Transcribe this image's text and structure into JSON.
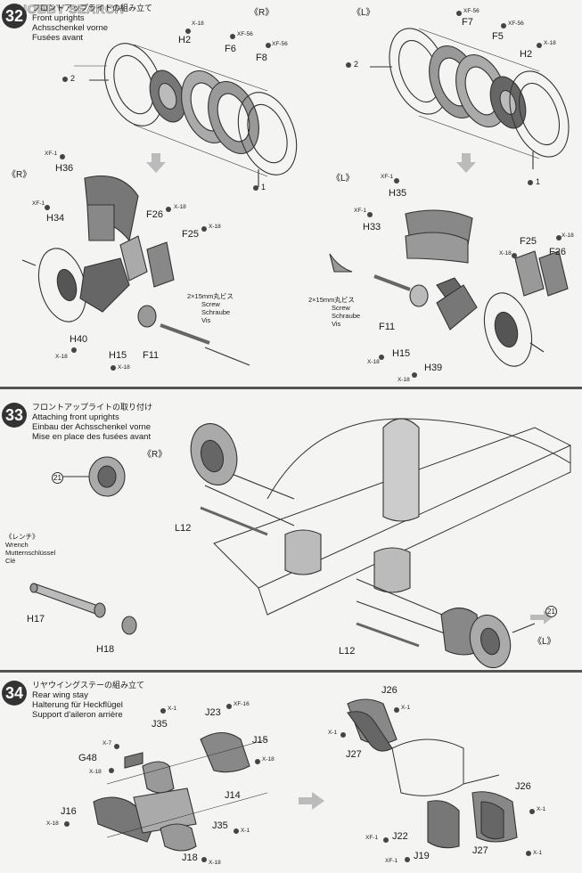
{
  "watermark": "HOBBY SEARCH",
  "steps": [
    {
      "number": "32",
      "title_jp": "フロントアップライトの組み立て",
      "title_en": "Front uprights",
      "title_de": "Achsschenkel vorne",
      "title_fr": "Fusées avant",
      "side_r": "《R》",
      "side_l": "《L》",
      "side_r2": "《R》",
      "side_l2": "《L》",
      "parts": {
        "h2_r": "H2",
        "f6": "F6",
        "f8": "F8",
        "h2_l": "H2",
        "f7": "F7",
        "f5": "F5",
        "h36": "H36",
        "h34": "H34",
        "f26_r": "F26",
        "f25_r": "F25",
        "h40": "H40",
        "h15_r": "H15",
        "f11_r": "F11",
        "h35": "H35",
        "h33": "H33",
        "f25_l": "F25",
        "f26_l": "F26",
        "f11_l": "F11",
        "h15_l": "H15",
        "h39": "H39"
      },
      "codes": {
        "x18": "X-18",
        "xf56": "XF-56",
        "xf1": "XF-1"
      },
      "callouts": {
        "one": "1",
        "two": "2"
      },
      "screw": {
        "jp": "2×15mm丸ビス",
        "en": "Screw",
        "de": "Schraube",
        "fr": "Vis"
      }
    },
    {
      "number": "33",
      "title_jp": "フロントアップライトの取り付け",
      "title_en": "Attaching front uprights",
      "title_de": "Einbau der Achsschenkel vorne",
      "title_fr": "Mise en place des fusées avant",
      "side_r": "《R》",
      "side_l": "《L》",
      "ref_num": "21",
      "parts": {
        "l12_a": "L12",
        "l12_b": "L12",
        "h17": "H17",
        "h18": "H18"
      },
      "wrench": {
        "jp": "《レンチ》",
        "en": "Wrench",
        "de": "Mutternschlüssel",
        "fr": "Clé"
      }
    },
    {
      "number": "34",
      "title_jp": "リヤウイングステーの組み立て",
      "title_en": "Rear wing stay",
      "title_de": "Halterung für Heckflügel",
      "title_fr": "Support d'aileron arrière",
      "parts": {
        "j35_a": "J35",
        "j23": "J23",
        "j15": "J15",
        "g48": "G48",
        "j14": "J14",
        "j16": "J16",
        "j35_b": "J35",
        "j18": "J18",
        "j26_a": "J26",
        "j27_a": "J27",
        "j26_b": "J26",
        "j27_b": "J27",
        "j22": "J22",
        "j19": "J19"
      },
      "codes": {
        "x1": "X-1",
        "x7": "X-7",
        "x18": "X-18",
        "xf16": "XF-16",
        "xf1": "XF-1"
      }
    }
  ]
}
